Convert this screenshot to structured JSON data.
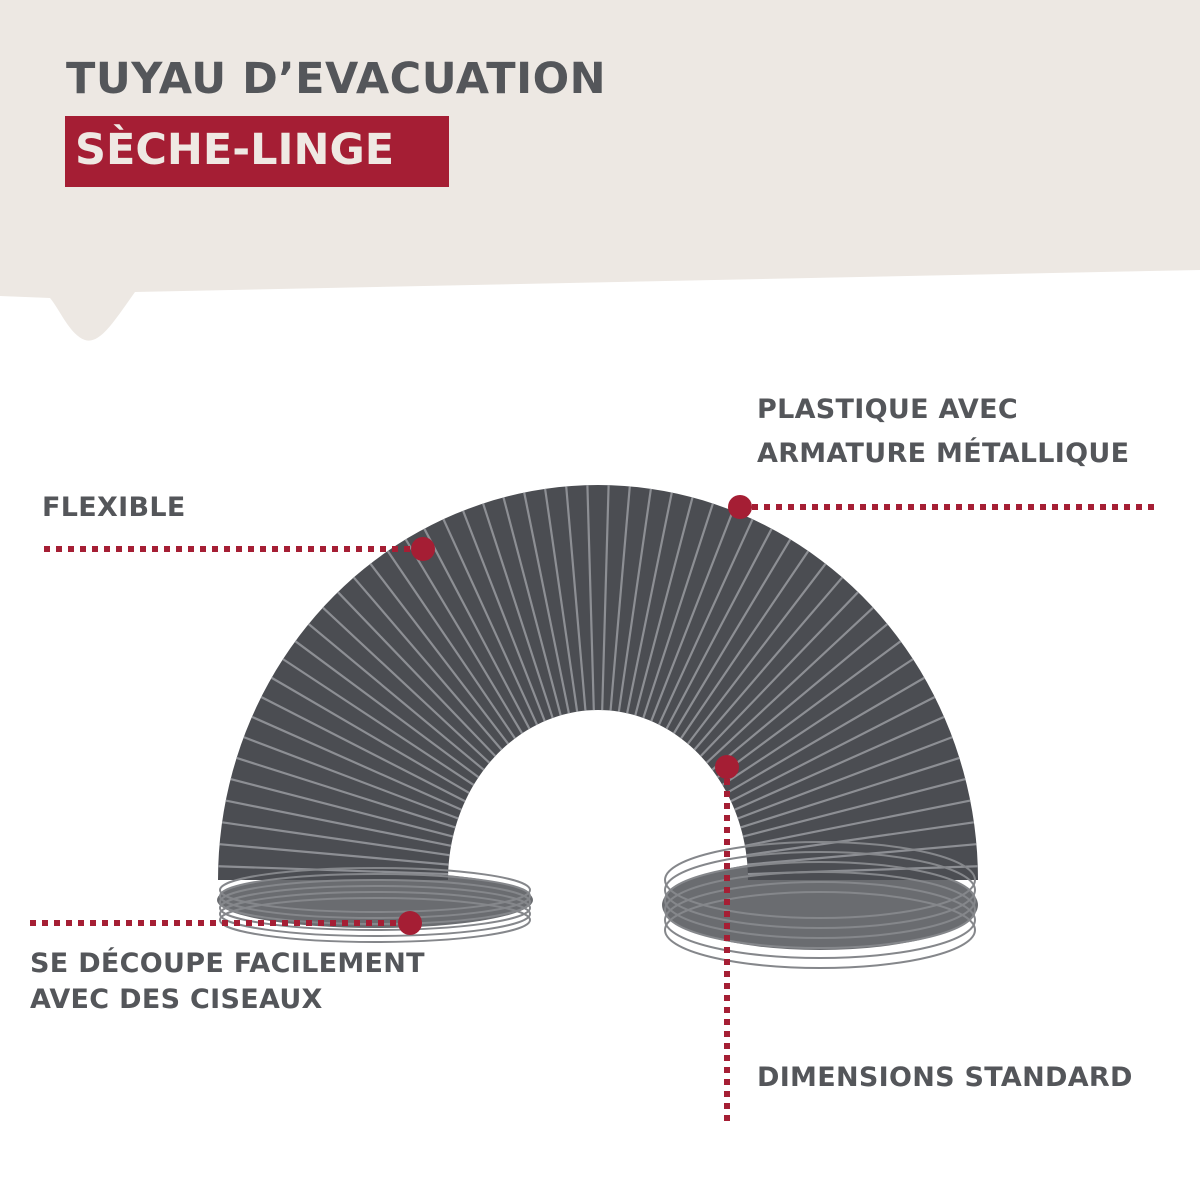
{
  "header": {
    "title": "TUYAU D’EVACUATION",
    "subtitle": "SÈCHE-LINGE"
  },
  "callouts": {
    "flexible": {
      "lines": [
        "FLEXIBLE"
      ]
    },
    "material": {
      "lines": [
        "PLASTIQUE AVEC",
        "ARMATURE MÉTALLIQUE"
      ]
    },
    "cut": {
      "lines": [
        "SE DÉCOUPE FACILEMENT",
        "AVEC DES CISEAUX"
      ]
    },
    "dimensions": {
      "lines": [
        "DIMENSIONS STANDARD"
      ]
    }
  },
  "colors": {
    "accent": "#a51e34",
    "text": "#54565a",
    "header_bg": "#ede8e3",
    "hose": "#4b4d52"
  },
  "product_image": "flexible-gray-dryer-hose"
}
